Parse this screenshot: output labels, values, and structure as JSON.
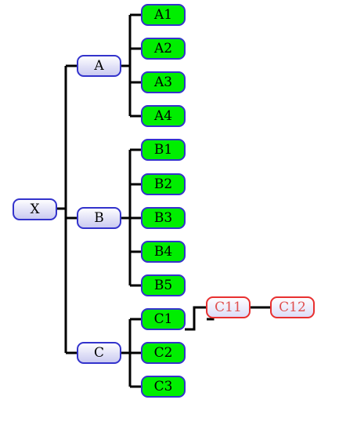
{
  "colors": {
    "root_fill_top": "#ffffff",
    "root_fill_bottom": "#c8c8f0",
    "root_stroke": "#3333cc",
    "leaf_fill": "#00ee00",
    "leaf_stroke": "#3333cc",
    "ghost_fill_top": "#ffffff",
    "ghost_fill_bottom": "#dcdcf8",
    "ghost_stroke": "#e83030",
    "ghost_text": "#e05050",
    "line": "#000000",
    "text": "#000000"
  },
  "tree": {
    "root": "X",
    "branches": [
      {
        "label": "A",
        "children": [
          "A1",
          "A2",
          "A3",
          "A4"
        ]
      },
      {
        "label": "B",
        "children": [
          "B1",
          "B2",
          "B3",
          "B4",
          "B5"
        ]
      },
      {
        "label": "C",
        "children": [
          "C1",
          "C2",
          "C3"
        ]
      }
    ],
    "extra": [
      "C11",
      "C12"
    ]
  }
}
